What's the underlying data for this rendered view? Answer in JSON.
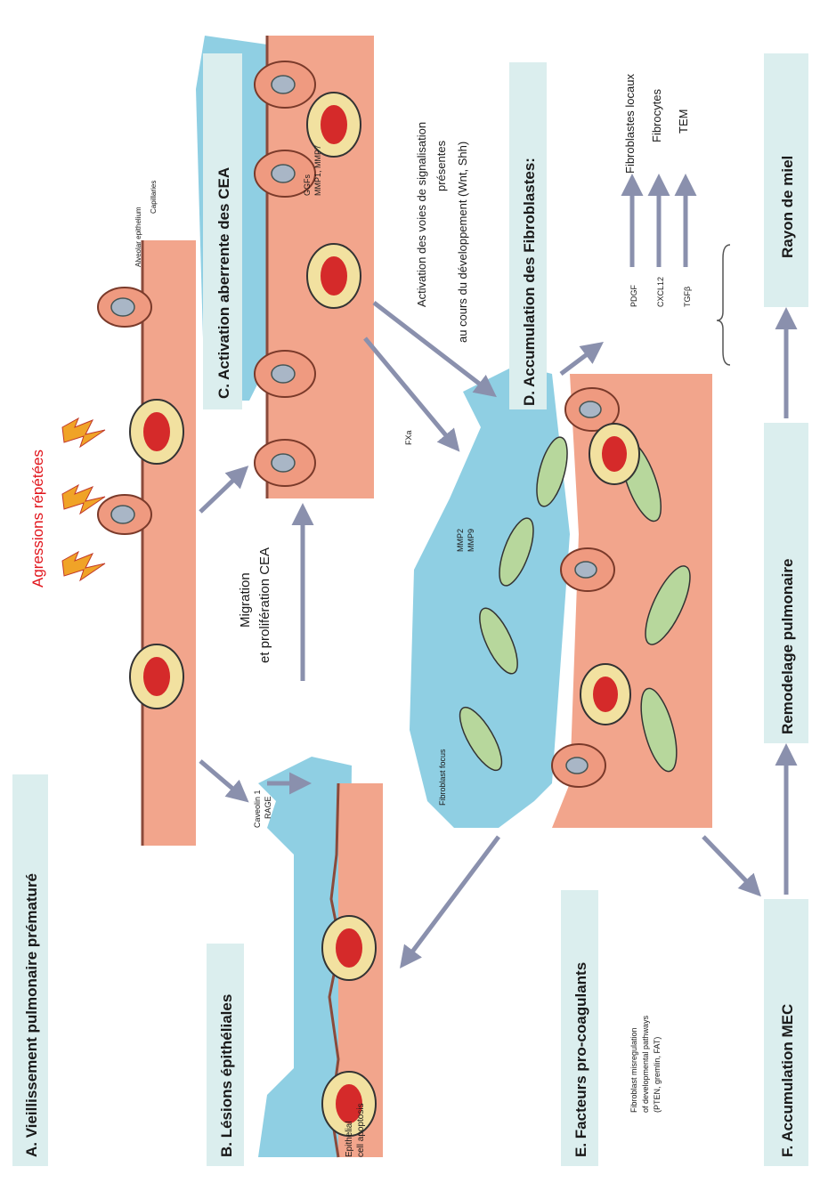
{
  "title": "A. Vieillissement pulmonaire prématuré",
  "insult": "Agressions répétées",
  "colors": {
    "fluid": "#8fcfe3",
    "tissue": "#f2a58c",
    "cell": "#ef9a80",
    "nucleus": "#a9b6c6",
    "rbc": "#d52a2a",
    "fibroblast": "#b7d79c",
    "arrow": "#8a90ad",
    "label_bg": "#dbeeee",
    "insult_text": "#e1141b",
    "lightning": "#f0a327"
  },
  "labels": {
    "alveolar_epithelium": "Alveolar epithelium",
    "capillaries": "Capillaries",
    "caveolin": "Caveolin 1",
    "rage": "RAGE",
    "epithelial_apoptosis_1": "Epithelial",
    "epithelial_apoptosis_2": "cell apoptosis",
    "migration_1": "Migration",
    "migration_2": "et prolifération CEA",
    "fibroblast_focus": "Fibroblast focus",
    "fxa": "FXa",
    "mmp_left_1": "MMP2",
    "mmp_left_2": "MMP9",
    "ggfs": "GGFs",
    "mmp_top": "MMP1, MMP7",
    "activation_note_1": "Activation des voies de signalisation",
    "activation_note_2": "présentes",
    "activation_note_3": "au cours du développement (Wnt, Shh)",
    "pdgf": "PDGF",
    "cxcl12": "CXCL12",
    "tgfb": "TGFβ",
    "fib_sources_1": "Fibroblastes locaux",
    "fib_sources_2": "Fibrocytes",
    "fib_sources_3": "TEM",
    "fibro_misreg_1": "Fibroblast misregulation",
    "fibro_misreg_2": "of developmental pathways",
    "fibro_misreg_3": "(PTEN, gremlin, FAT)"
  },
  "boxes": {
    "b": "B. Lésions épithéliales",
    "c": "C. Activation aberrente des CEA",
    "d": "D. Accumulation   des Fibroblastes:",
    "e": "E. Facteurs pro-coagulants",
    "f": "F. Accumulation  MEC",
    "remodel": "Remodelage  pulmonaire",
    "honeycomb": "Rayon de miel"
  }
}
